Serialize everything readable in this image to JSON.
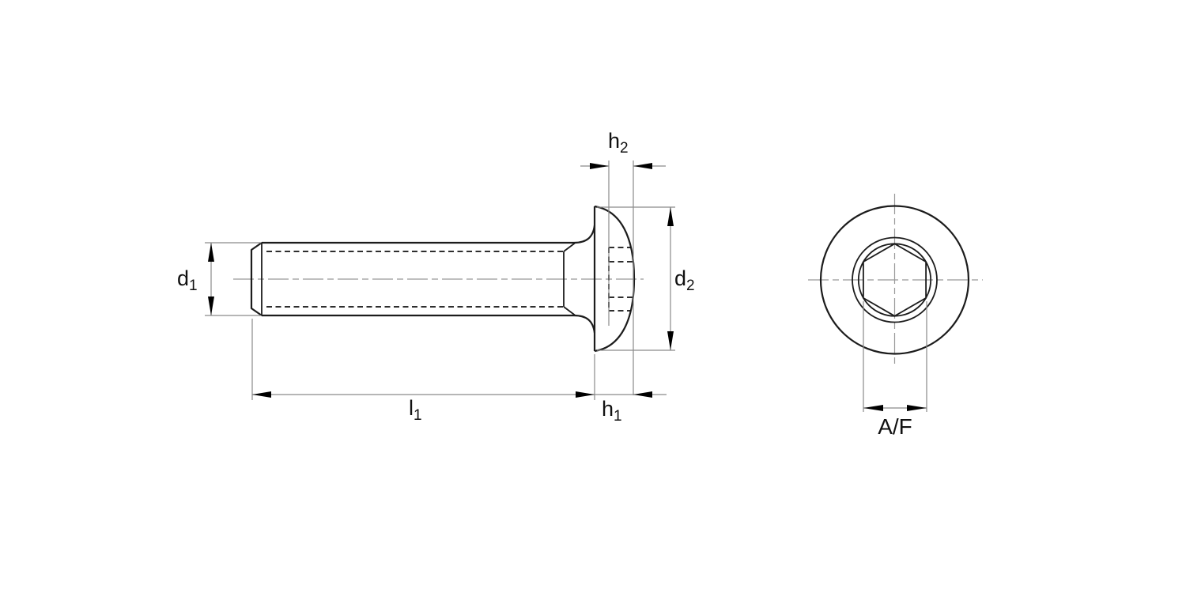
{
  "drawing": {
    "kind": "button-head-socket-screw-dimension-diagram",
    "views": [
      "side-view",
      "end-view"
    ]
  },
  "labels": {
    "d1": {
      "main": "d",
      "sub": "1"
    },
    "d2": {
      "main": "d",
      "sub": "2"
    },
    "l1": {
      "main": "l",
      "sub": "1"
    },
    "h1": {
      "main": "h",
      "sub": "1"
    },
    "h2": {
      "main": "h",
      "sub": "2"
    },
    "af": {
      "text": "A/F"
    }
  },
  "colors": {
    "background": "#ffffff",
    "outline": "#1c1c1c",
    "hidden": "#111111",
    "dimension": "#8a8a8a",
    "centerline": "#999999",
    "arrow": "#000000"
  }
}
